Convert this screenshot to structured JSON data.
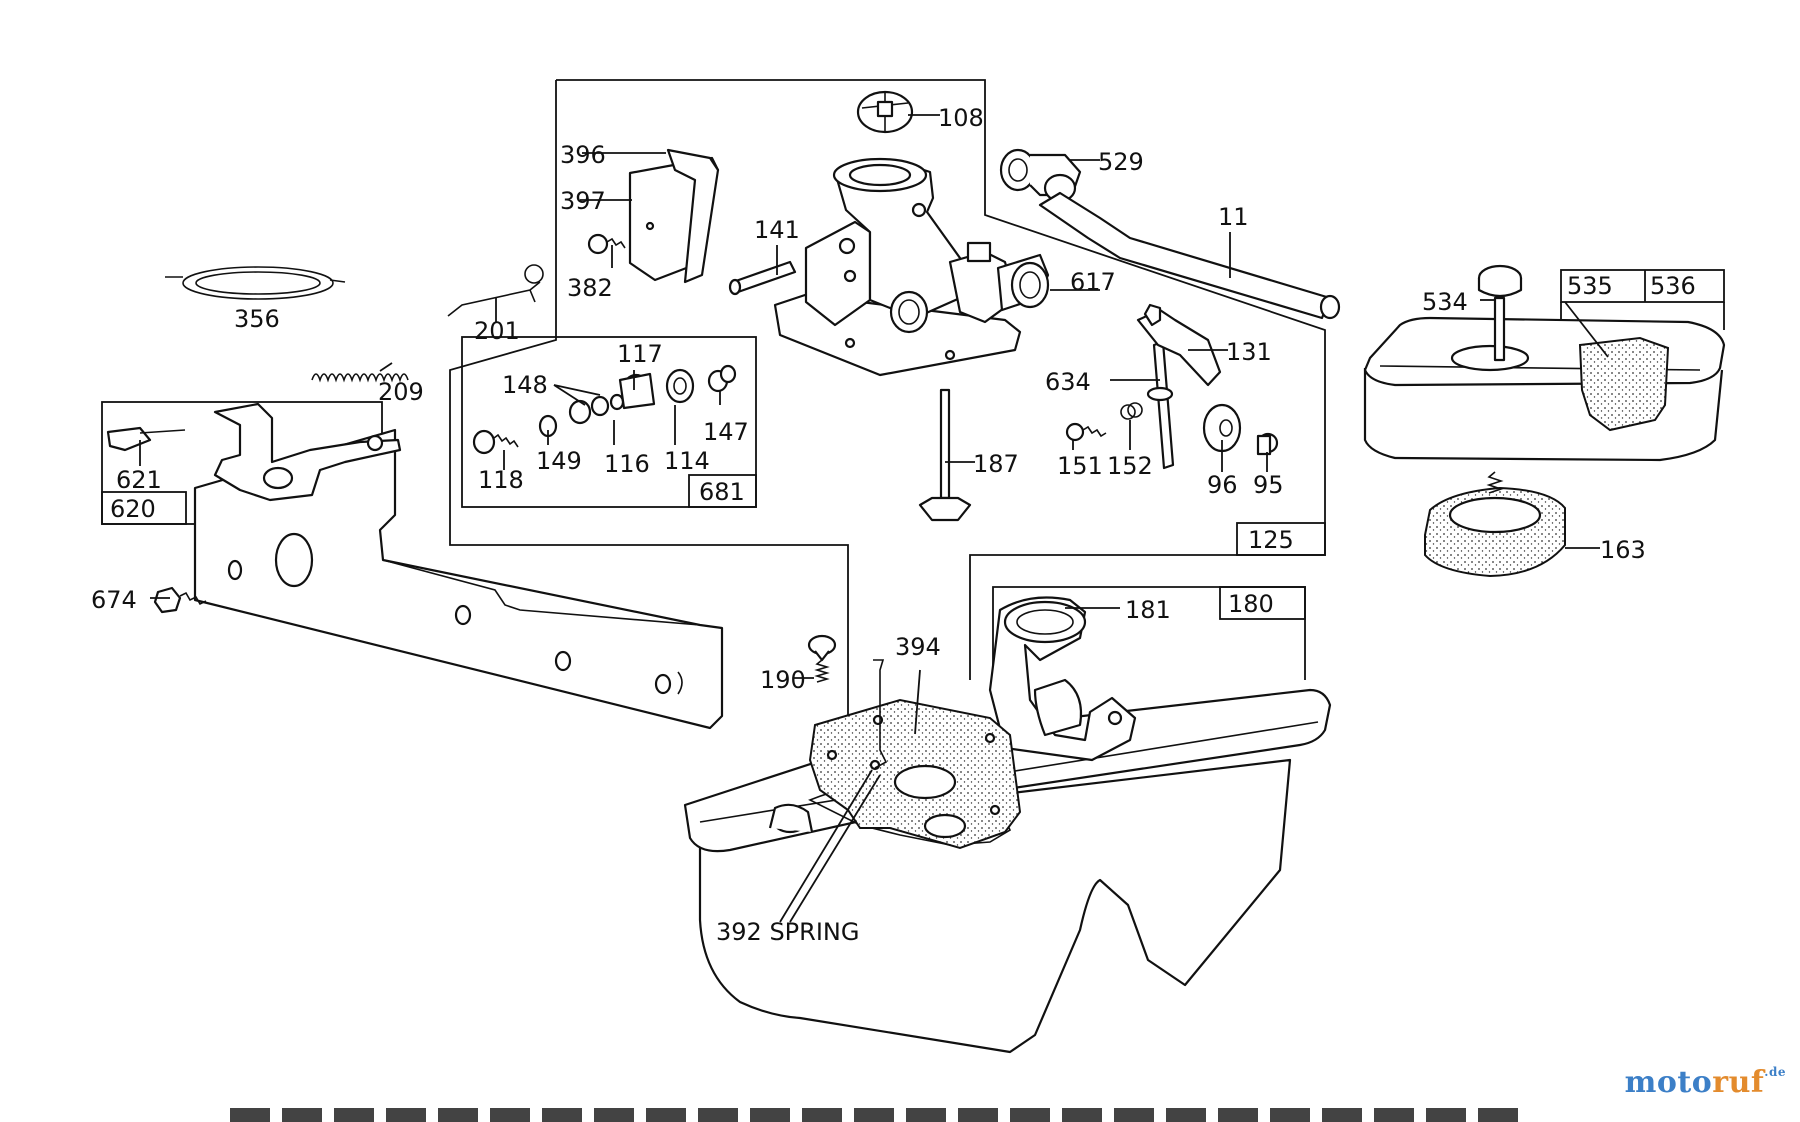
{
  "callouts": {
    "p108": "108",
    "p529": "529",
    "p396": "396",
    "p397": "397",
    "p141": "141",
    "p11": "11",
    "p382": "382",
    "p617": "617",
    "p356": "356",
    "p534": "534",
    "p535": "535",
    "p536": "536",
    "p201": "201",
    "p131": "131",
    "p117": "117",
    "p148": "148",
    "p634": "634",
    "p209": "209",
    "p147": "147",
    "p118": "118",
    "p149": "149",
    "p116": "116",
    "p114": "114",
    "p151": "151",
    "p152": "152",
    "p187": "187",
    "p96": "96",
    "p95": "95",
    "p621": "621",
    "p681": "681",
    "p620": "620",
    "p125": "125",
    "p163": "163",
    "p674": "674",
    "p181": "181",
    "p180": "180",
    "p394": "394",
    "p190": "190",
    "p392": "392 SPRING"
  },
  "watermark": {
    "part1": "moto",
    "part2": "ruf",
    "part3": ".de"
  }
}
